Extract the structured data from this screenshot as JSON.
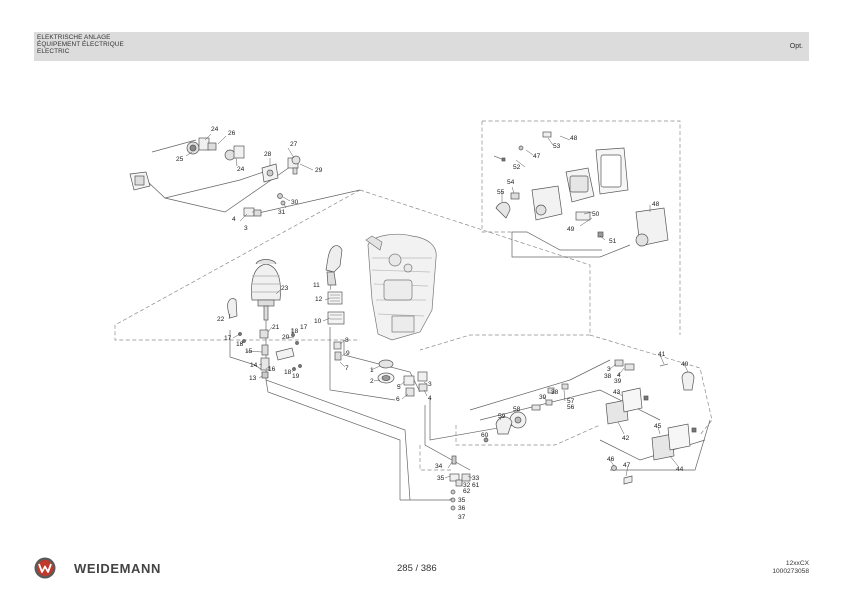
{
  "header": {
    "line1": "ELEKTRISCHE ANLAGE",
    "line2": "ÉQUIPEMENT ÉLECTRIQUE",
    "line3": "ELECTRIC",
    "option": "Opt."
  },
  "callouts": [
    {
      "key": "c24a",
      "text": "24"
    },
    {
      "key": "c26",
      "text": "26"
    },
    {
      "key": "c25",
      "text": "25"
    },
    {
      "key": "c24b",
      "text": "24"
    },
    {
      "key": "c27",
      "text": "27"
    },
    {
      "key": "c28",
      "text": "28"
    },
    {
      "key": "c29",
      "text": "29"
    },
    {
      "key": "c30",
      "text": "30"
    },
    {
      "key": "c31",
      "text": "31"
    },
    {
      "key": "c4a",
      "text": "4"
    },
    {
      "key": "c3a",
      "text": "3"
    },
    {
      "key": "c53",
      "text": "53"
    },
    {
      "key": "c48a",
      "text": "48"
    },
    {
      "key": "c47a",
      "text": "47"
    },
    {
      "key": "c52",
      "text": "52"
    },
    {
      "key": "c54",
      "text": "54"
    },
    {
      "key": "c55",
      "text": "55"
    },
    {
      "key": "c50",
      "text": "50"
    },
    {
      "key": "c48b",
      "text": "48"
    },
    {
      "key": "c49",
      "text": "49"
    },
    {
      "key": "c51",
      "text": "51"
    },
    {
      "key": "c23",
      "text": "23"
    },
    {
      "key": "c11",
      "text": "11"
    },
    {
      "key": "c12",
      "text": "12"
    },
    {
      "key": "c10",
      "text": "10"
    },
    {
      "key": "c22",
      "text": "22"
    },
    {
      "key": "c17a",
      "text": "17"
    },
    {
      "key": "c21",
      "text": "21"
    },
    {
      "key": "c18a",
      "text": "18"
    },
    {
      "key": "c17b",
      "text": "17"
    },
    {
      "key": "c20",
      "text": "20"
    },
    {
      "key": "c18b",
      "text": "18"
    },
    {
      "key": "c15",
      "text": "15"
    },
    {
      "key": "c8",
      "text": "8"
    },
    {
      "key": "c9",
      "text": "9"
    },
    {
      "key": "c7",
      "text": "7"
    },
    {
      "key": "c14",
      "text": "14"
    },
    {
      "key": "c16",
      "text": "16"
    },
    {
      "key": "c18c",
      "text": "18"
    },
    {
      "key": "c19",
      "text": "19"
    },
    {
      "key": "c13",
      "text": "13"
    },
    {
      "key": "c1",
      "text": "1"
    },
    {
      "key": "c2",
      "text": "2"
    },
    {
      "key": "c5",
      "text": "5"
    },
    {
      "key": "c3b",
      "text": "3"
    },
    {
      "key": "c6",
      "text": "6"
    },
    {
      "key": "c4b",
      "text": "4"
    },
    {
      "key": "c41",
      "text": "41"
    },
    {
      "key": "c40",
      "text": "40"
    },
    {
      "key": "c3c",
      "text": "3"
    },
    {
      "key": "c38a",
      "text": "38"
    },
    {
      "key": "c4c",
      "text": "4"
    },
    {
      "key": "c39a",
      "text": "39"
    },
    {
      "key": "c43",
      "text": "43"
    },
    {
      "key": "c38b",
      "text": "38"
    },
    {
      "key": "c39b",
      "text": "39"
    },
    {
      "key": "c57",
      "text": "57"
    },
    {
      "key": "c56",
      "text": "56"
    },
    {
      "key": "c58",
      "text": "58"
    },
    {
      "key": "c59",
      "text": "59"
    },
    {
      "key": "c60",
      "text": "60"
    },
    {
      "key": "c42",
      "text": "42"
    },
    {
      "key": "c45",
      "text": "45"
    },
    {
      "key": "c46",
      "text": "46"
    },
    {
      "key": "c47b",
      "text": "47"
    },
    {
      "key": "c44",
      "text": "44"
    },
    {
      "key": "c34",
      "text": "34"
    },
    {
      "key": "c35a",
      "text": "35"
    },
    {
      "key": "c33",
      "text": "33"
    },
    {
      "key": "c32",
      "text": "32"
    },
    {
      "key": "c61",
      "text": "61"
    },
    {
      "key": "c62",
      "text": "62"
    },
    {
      "key": "c35b",
      "text": "35"
    },
    {
      "key": "c36",
      "text": "36"
    },
    {
      "key": "c37",
      "text": "37"
    }
  ],
  "footer": {
    "brand": "WEIDEMANN",
    "page": "285 / 386",
    "model": "12xxCX",
    "docnum": "1000273058"
  },
  "colors": {
    "line": "#555555",
    "dash": "#8a8a8a",
    "logo": "#c0392b"
  }
}
